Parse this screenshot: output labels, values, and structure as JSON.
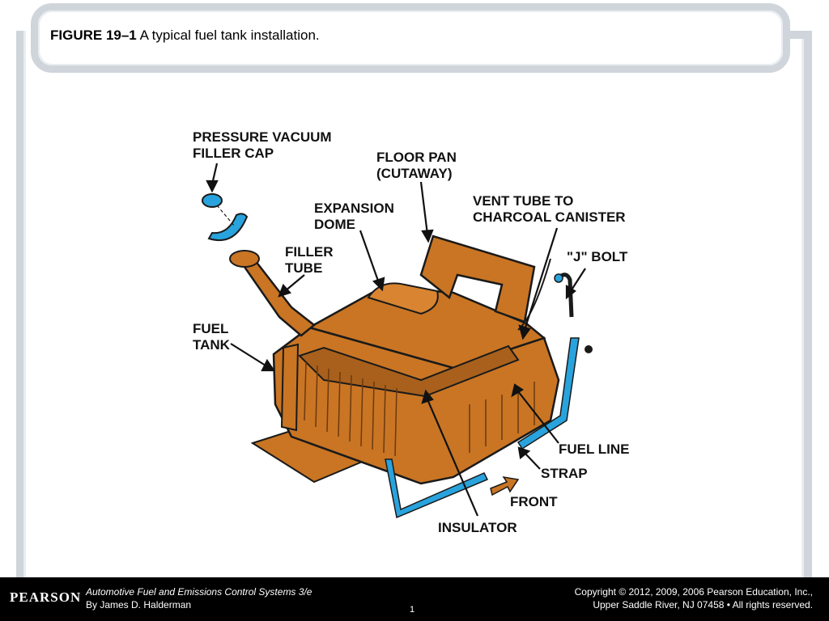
{
  "title": {
    "figure_number": "FIGURE 19–1",
    "caption": "A typical fuel tank installation."
  },
  "figure": {
    "labels": {
      "pressure_vacuum_cap_1": "PRESSURE VACUUM",
      "pressure_vacuum_cap_2": "FILLER CAP",
      "floor_pan_1": "FLOOR PAN",
      "floor_pan_2": "(CUTAWAY)",
      "expansion_dome_1": "EXPANSION",
      "expansion_dome_2": "DOME",
      "vent_tube_1": "VENT TUBE TO",
      "vent_tube_2": "CHARCOAL CANISTER",
      "filler_tube_1": "FILLER",
      "filler_tube_2": "TUBE",
      "j_bolt": "\"J\" BOLT",
      "fuel_tank_1": "FUEL",
      "fuel_tank_2": "TANK",
      "fuel_line": "FUEL LINE",
      "strap": "STRAP",
      "front": "FRONT",
      "insulator": "INSULATOR"
    },
    "colors": {
      "tank": "#c97524",
      "tank_dark": "#8a4a12",
      "blue": "#29a3dd",
      "outline": "#1a1a1a"
    }
  },
  "footer": {
    "logo": "PEARSON",
    "book_title": "Automotive Fuel and Emissions Control Systems 3/e",
    "author": "By James D. Halderman",
    "copyright_line1": "Copyright © 2012, 2009, 2006 Pearson Education, Inc.,",
    "copyright_line2": "Upper Saddle River, NJ 07458 • All rights reserved.",
    "page_number": "1"
  }
}
